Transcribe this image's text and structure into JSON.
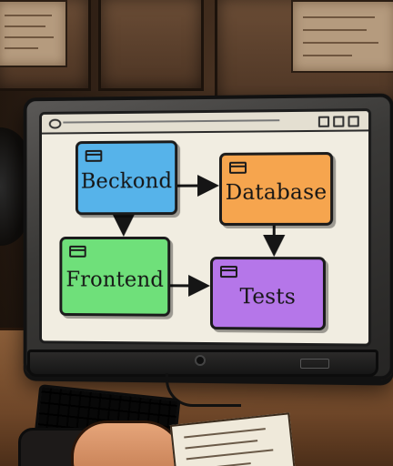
{
  "scene": {
    "description_type": "illustrated-monitor",
    "colors": {
      "backend": "#56b3ea",
      "database": "#f6a54e",
      "frontend": "#6fe07a",
      "tests": "#b576e9",
      "screen": "#f1ede1"
    }
  },
  "diagram": {
    "nodes": {
      "backend": "Beckond",
      "database": "Database",
      "frontend": "Frontend",
      "tests": "Tests"
    },
    "edges": [
      [
        "backend",
        "database"
      ],
      [
        "backend",
        "frontend"
      ],
      [
        "database",
        "tests"
      ],
      [
        "frontend",
        "tests"
      ]
    ]
  }
}
